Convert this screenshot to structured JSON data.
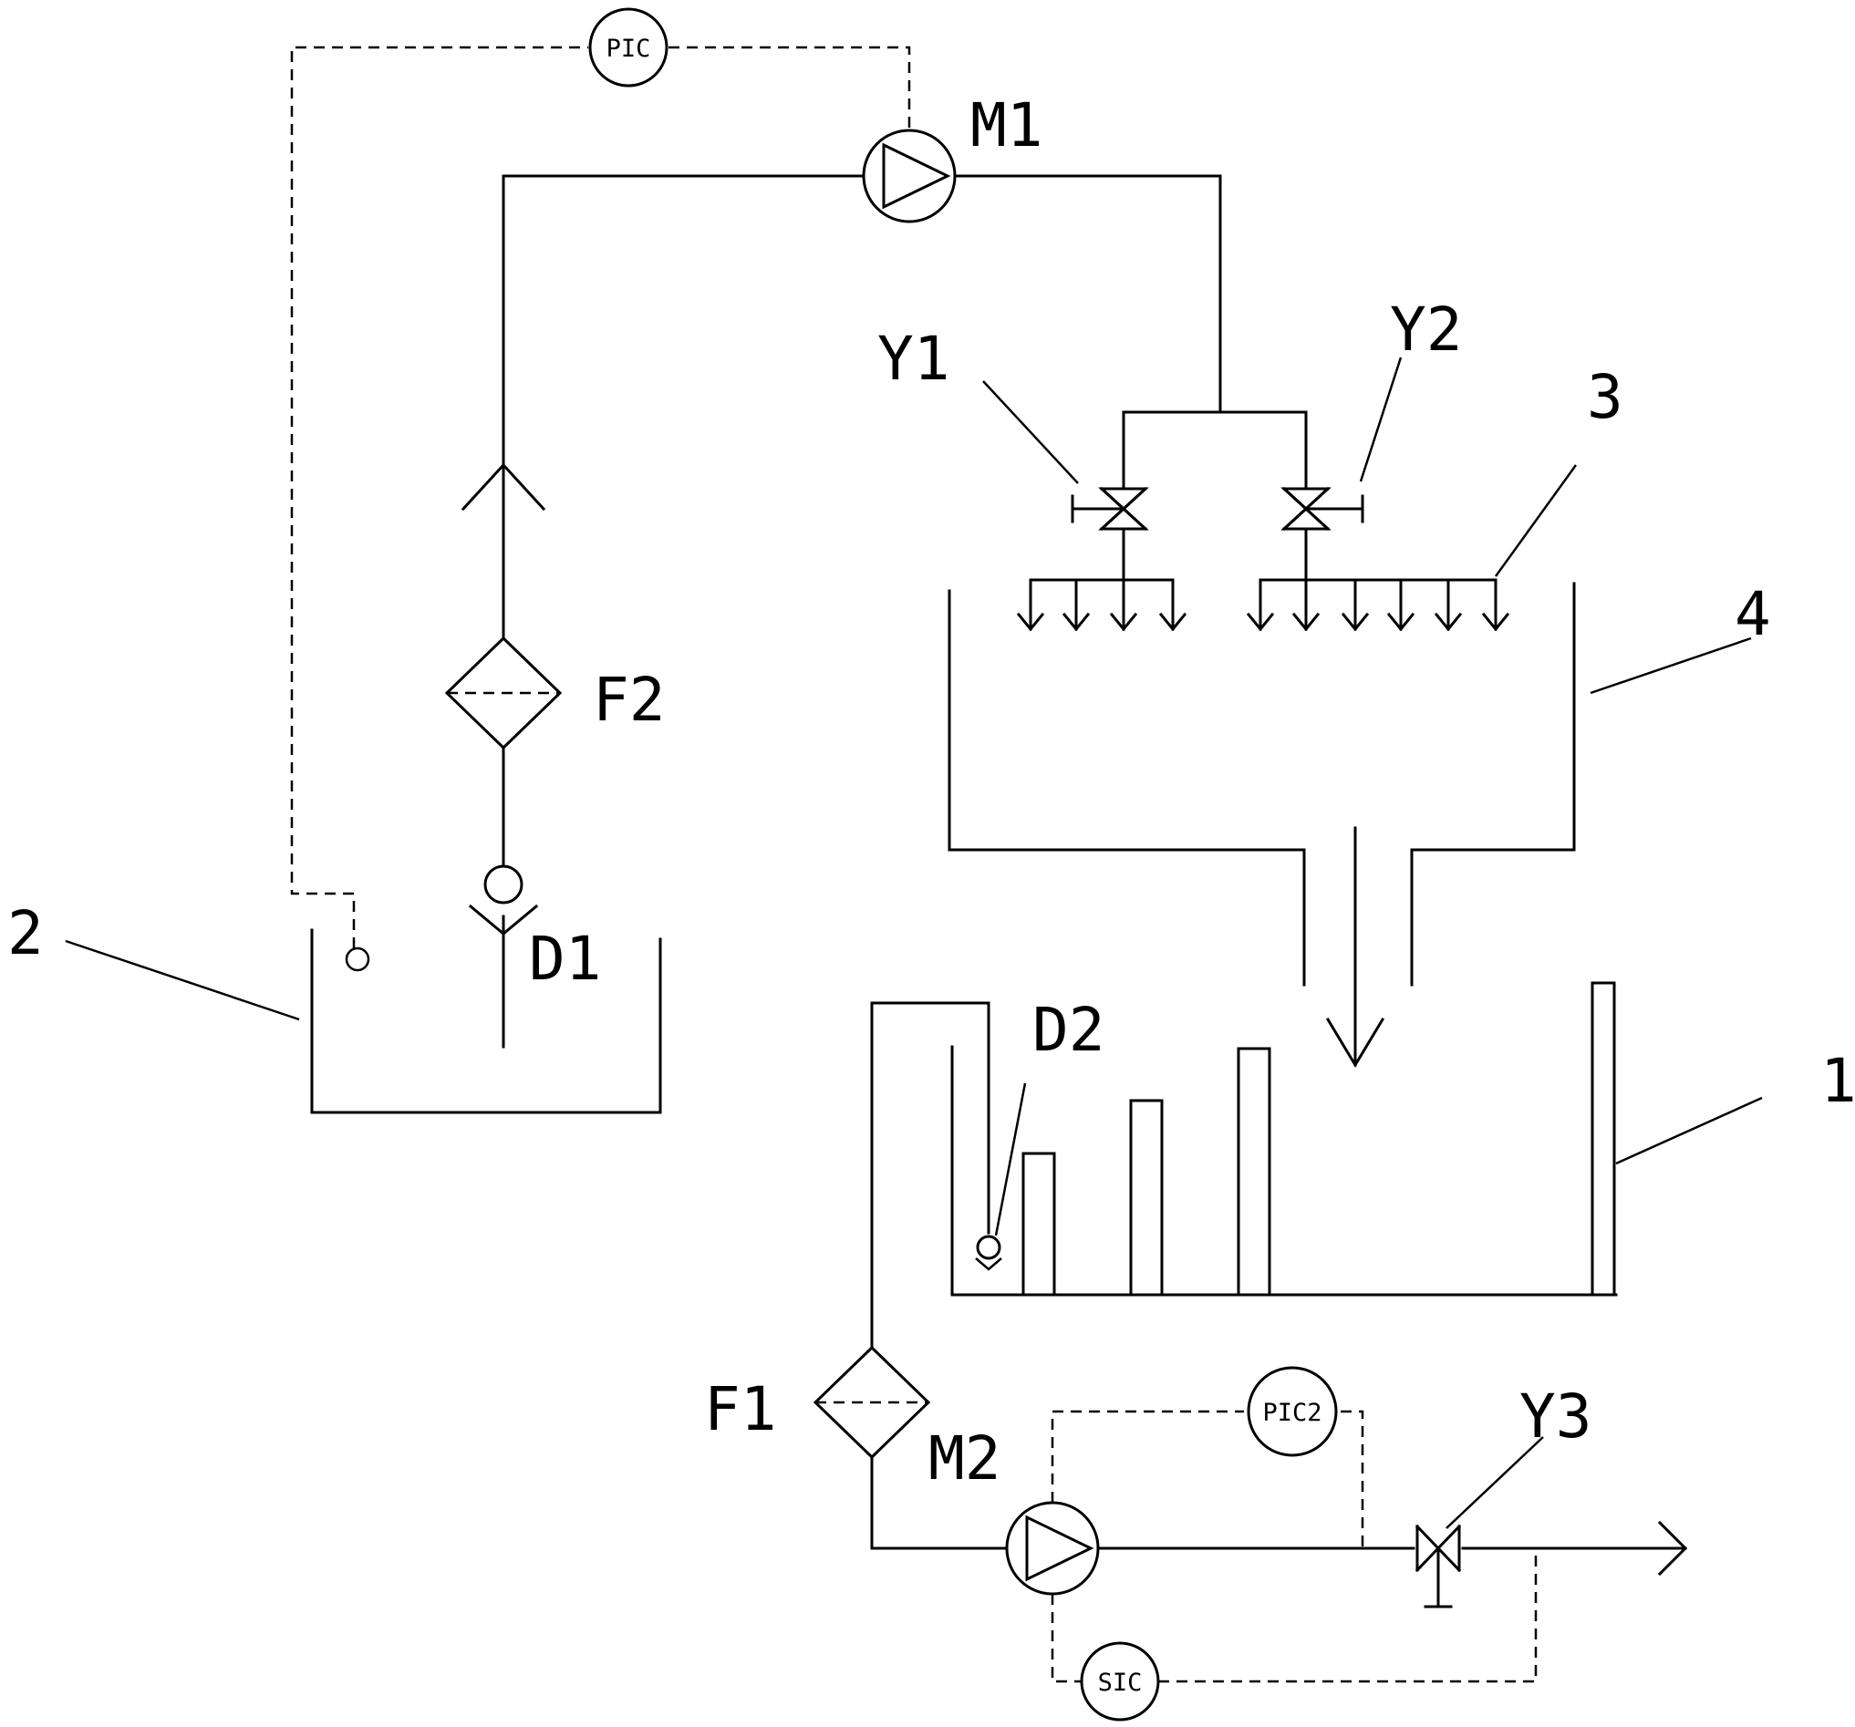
{
  "instruments": {
    "pic1": "PIC",
    "pic2": "PIC2",
    "sic": "SIC"
  },
  "labels": {
    "m1": "M1",
    "m2": "M2",
    "y1": "Y1",
    "y2": "Y2",
    "y3": "Y3",
    "f1": "F1",
    "f2": "F2",
    "d1": "D1",
    "d2": "D2",
    "n1": "1",
    "n2": "2",
    "n3": "3",
    "n4": "4"
  }
}
